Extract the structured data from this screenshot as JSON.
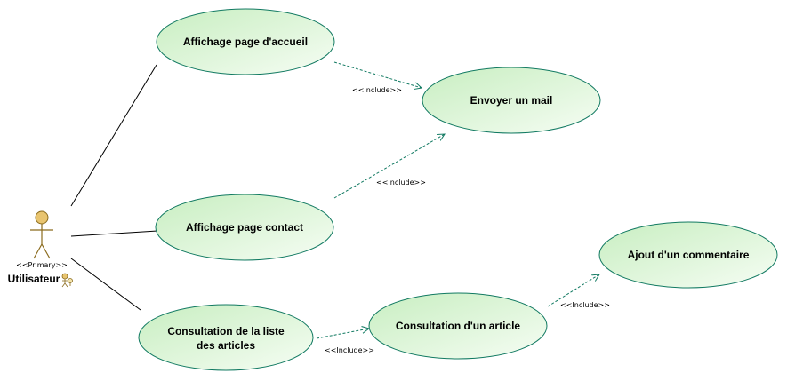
{
  "colors": {
    "usecase_fill_start": "#e6f8e3",
    "usecase_fill_end": "#c9efc2",
    "usecase_stroke": "#127a62",
    "association": "#000000",
    "include_line": "#127a62",
    "actor_head": "#e3c06b",
    "actor_body": "#b08a2a"
  },
  "actor": {
    "stereotype": "<<Primary>>",
    "name": "Utilisateur",
    "icon": "actor-stick-figure-icon"
  },
  "use_cases": {
    "accueil": "Affichage page d'accueil",
    "mail": "Envoyer un mail",
    "contact": "Affichage page contact",
    "liste_line1": "Consultation de la liste",
    "liste_line2": "des articles",
    "article": "Consultation d'un article",
    "commentaire": "Ajout d'un commentaire"
  },
  "relations": {
    "include_accueil_mail": "<<Include>>",
    "include_contact_mail": "<<Include>>",
    "include_liste_article": "<<Include>>",
    "include_article_commentaire": "<<Include>>"
  }
}
